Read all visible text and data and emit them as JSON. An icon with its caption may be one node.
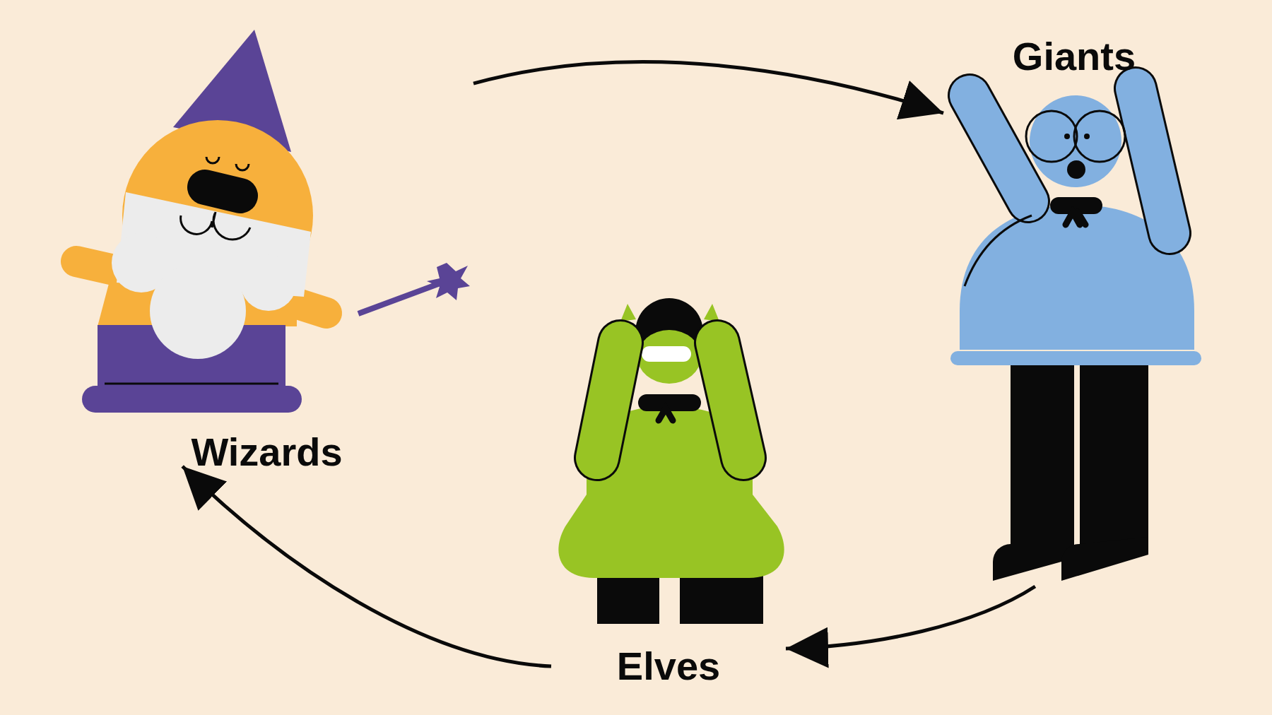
{
  "diagram": {
    "nodes": [
      {
        "text": [
          "Wizards"
        ]
      },
      {
        "text": [
          "Giants"
        ]
      },
      {
        "text": [
          "Elves"
        ]
      }
    ],
    "edges": [
      {
        "from": 0,
        "to": 1,
        "arrow": "to"
      },
      {
        "from": 1,
        "to": 2,
        "arrow": "to"
      },
      {
        "from": 2,
        "to": 0,
        "arrow": "to"
      }
    ]
  }
}
